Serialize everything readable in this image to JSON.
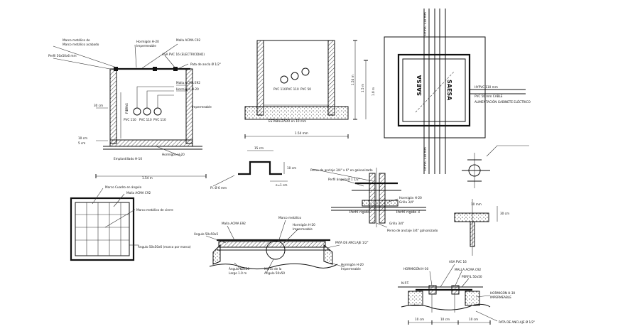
{
  "detail_a": {
    "l1": "Marco metálico de",
    "l2": "Marco metálico acabado",
    "l3": "Perfil 50x50x6 mm",
    "l4": "Hormigón H-20",
    "l5": "Impermeable",
    "l6": "Malla ACMA C92",
    "l7": "ASA PVC 16 (ELECTRICIDAD)",
    "l8": "Pata de ancla Ø 1/2\"",
    "l9": "Malla ACMA E92",
    "l10": "Hormigón H-20",
    "l11": "Impermeable",
    "l12": "Hormigón H-20",
    "l13": "Emplantillado H-10",
    "l14": "30 cm",
    "l15": "10 cm",
    "l16": "5 cm",
    "l17": "PVC 110",
    "l18": "PVC 110",
    "l19": "PVC 110",
    "l20": "FIBRAS",
    "l21": "1.54 m"
  },
  "detail_b": {
    "l1": "PVC 110",
    "l2": "PVC 110",
    "l3": "PVC 50",
    "l4": "1.54 mm",
    "l5": "ESTABILIZADO en 10 mm",
    "l6": "1.54 m",
    "l7": "1.5 m",
    "l8": "1.0 m"
  },
  "detail_c": {
    "l1": "SAESA",
    "l2": "SAESA",
    "l3": "HYPVC 110 mm",
    "l4": "PVC 50 mm CABLE",
    "l5": "ALIMENTACIÓN GABINETE ELÉCTRICO",
    "l6": "HYPVC 110 mm",
    "l7": "HYPVC 110 mm"
  },
  "detail_d": {
    "l1": "15 cm",
    "l2": "10 cm",
    "l3": "e=1 cm",
    "l4": "Pl. Ø 6 mm"
  },
  "detail_e": {
    "l1": "Perno de anclaje 3/4\" x 6\" en galvanizado",
    "l2": "Perfil ángulo Ø 1 1/2\"",
    "l3": "Hormigón H-20",
    "l4": "Grilla 3/4\"",
    "l5": "Perfil rígido",
    "l6": "Perfil rígido 3",
    "l7": "Grilla 3/4\"",
    "l8": "Perno de anclaje 3/4\" galvanizado"
  },
  "detail_f": {
    "l1": "10 mm",
    "l2": "30 cm"
  },
  "detail_g": {
    "l1": "Marco Cuadro en ángulo",
    "l2": "Malla ACMA C92",
    "l3": "Marco metálico de cierre",
    "l4": "Ángulo 50x50x6 (marco por marco)"
  },
  "detail_h": {
    "l1": "Malla ACMA E92",
    "l2": "Ángulo 50x50x5",
    "l3": "Marco metálico",
    "l4": "Hormigón H-20",
    "l5": "Impermeable",
    "l6": "PATA DE ANCLAJE 1/2\"",
    "l7": "Hormigón H-20",
    "l8": "Impermeable",
    "l9": "Ángulo 50x50",
    "l10": "Largo 1.0 m",
    "l11": "Marco de la",
    "l12": "Ángulo 50x50"
  },
  "detail_i": {
    "l1": "HORMIGÓN H-30",
    "l2": "ASA PVC 16",
    "l3": "MALLA ACMA C92",
    "l4": "PERFIL 50x50",
    "l5": "N.P.T.",
    "l6": "HORMIGÓN H-30",
    "l7": "IMPERMEABLE",
    "l8": "PATA DE ANCLAJE Ø 1/2\"",
    "l9": "10 cm",
    "l10": "10 cm",
    "l11": "10 cm"
  }
}
